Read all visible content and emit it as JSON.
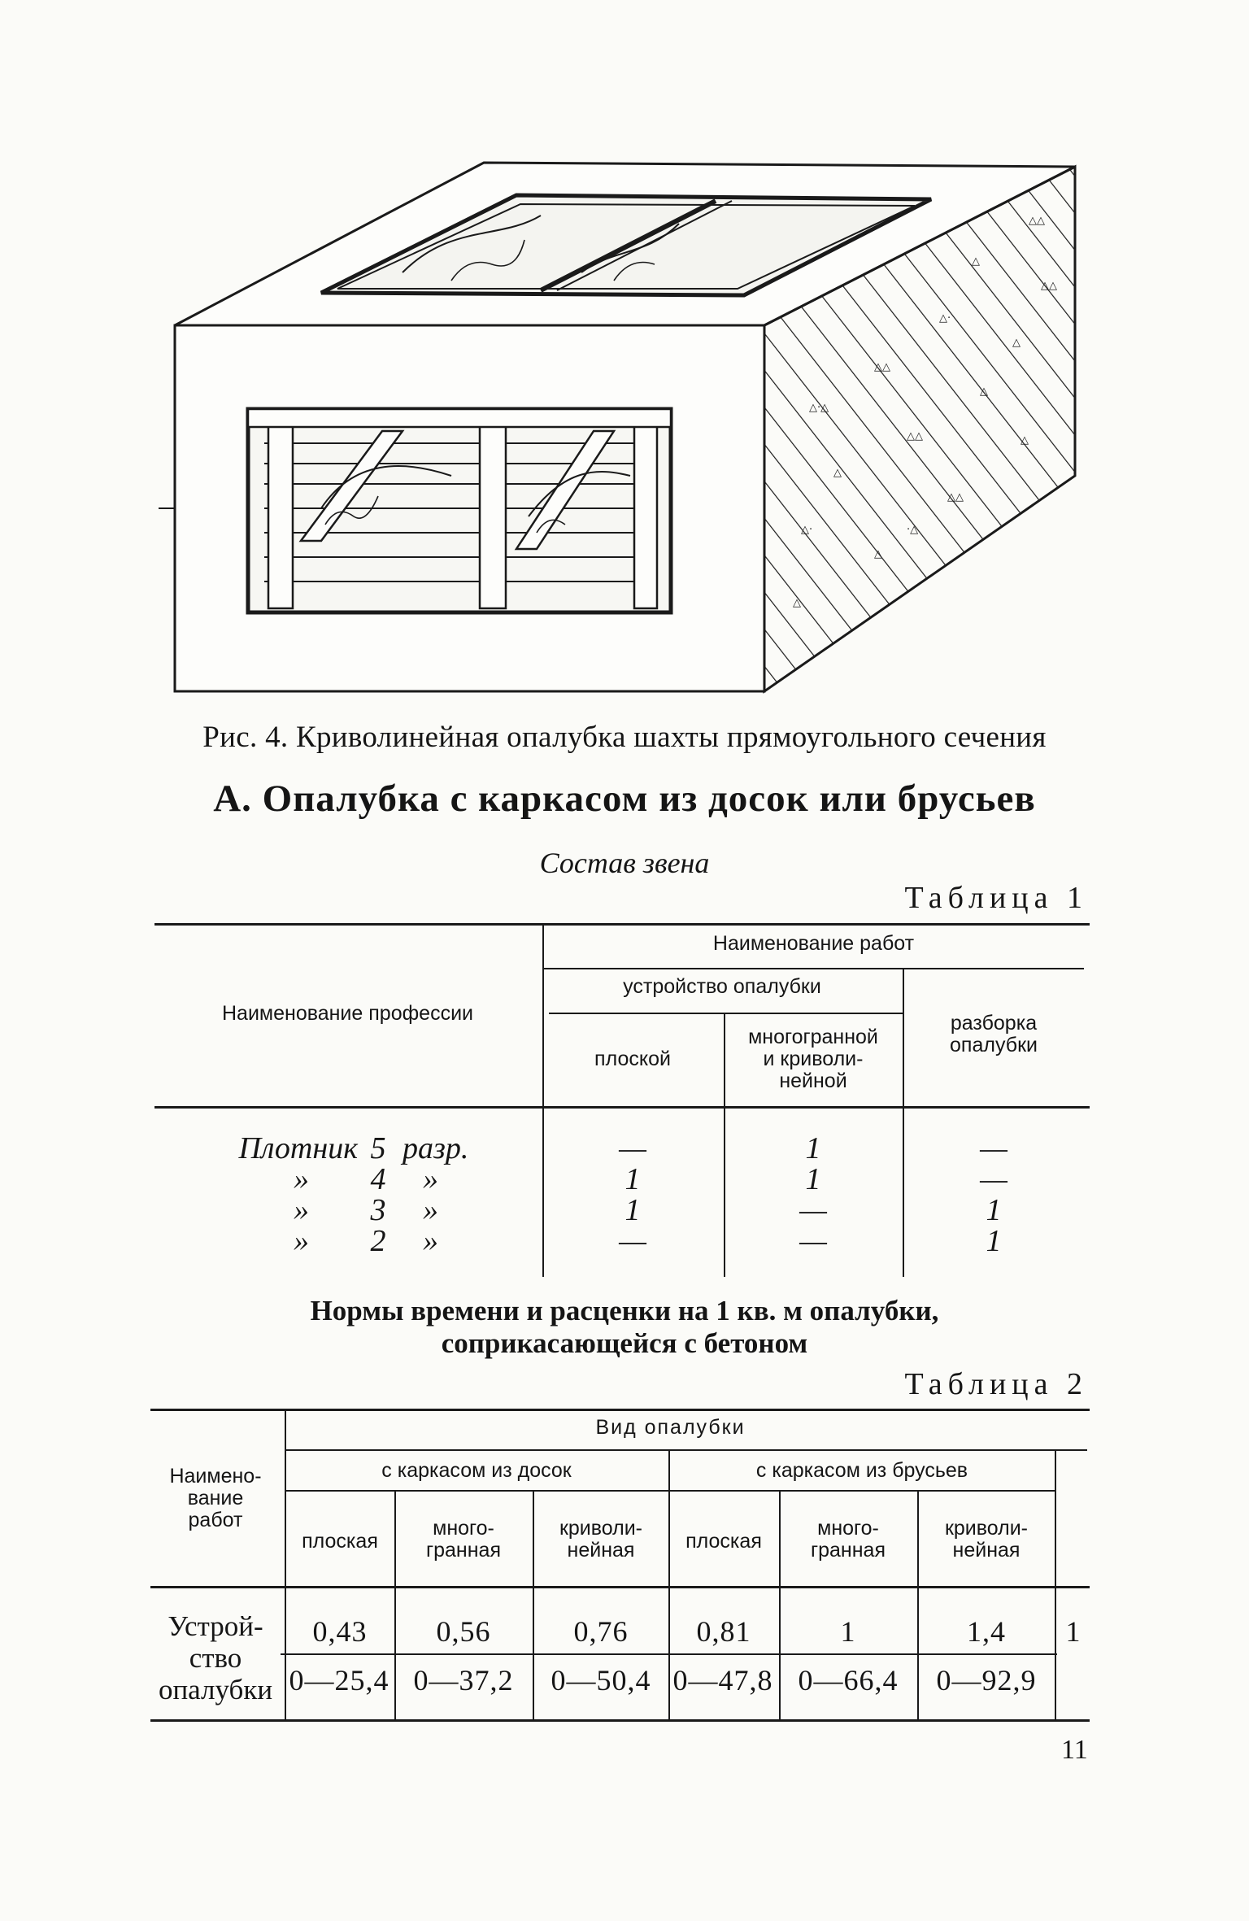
{
  "figure": {
    "caption": "Рис. 4. Криволинейная опалубка шахты прямоугольного сечения",
    "illustration": "curvilinear-shaft-formwork-drawing"
  },
  "section_title": "А. Опалубка с каркасом из досок или брусьев",
  "table1": {
    "subtitle": "Состав звена",
    "label": "Таблица 1",
    "header": {
      "profession": "Наименование профессии",
      "works": "Наименование работ",
      "installation": "устройство опалубки",
      "flat": "плоской",
      "multi": [
        "многогранной",
        "и криволи-",
        "нейной"
      ],
      "dismantling": [
        "разборка",
        "опалубки"
      ]
    },
    "rows": [
      {
        "name": "Плотник",
        "grade": "5",
        "unit": "разр.",
        "flat": "—",
        "multi": "1",
        "dismantle": "—"
      },
      {
        "name": "»",
        "grade": "4",
        "unit": "»",
        "flat": "1",
        "multi": "1",
        "dismantle": "—"
      },
      {
        "name": "»",
        "grade": "3",
        "unit": "»",
        "flat": "1",
        "multi": "—",
        "dismantle": "1"
      },
      {
        "name": "»",
        "grade": "2",
        "unit": "»",
        "flat": "—",
        "multi": "—",
        "dismantle": "1"
      }
    ]
  },
  "table2": {
    "title_line1": "Нормы времени и расценки на 1 кв. м опалубки,",
    "title_line2": "соприкасающейся с бетоном",
    "label": "Таблица 2",
    "header": {
      "work_name": [
        "Наимено-",
        "вание",
        "работ"
      ],
      "type": "Вид опалубки",
      "boards": "с каркасом из досок",
      "beams": "с каркасом из брусьев",
      "cols": [
        [
          "плоская"
        ],
        [
          "много-",
          "гранная"
        ],
        [
          "криволи-",
          "нейная"
        ],
        [
          "плоская"
        ],
        [
          "много-",
          "гранная"
        ],
        [
          "криволи-",
          "нейная"
        ]
      ]
    },
    "row": {
      "name": [
        "Устрой-",
        "ство",
        "опалубки"
      ],
      "norms": [
        "0,43",
        "0,56",
        "0,76",
        "0,81",
        "1",
        "1,4"
      ],
      "rates": [
        "0—25,4",
        "0—37,2",
        "0—50,4",
        "0—47,8",
        "0—66,4",
        "0—92,9"
      ],
      "index": "1"
    }
  },
  "page_number": "11"
}
